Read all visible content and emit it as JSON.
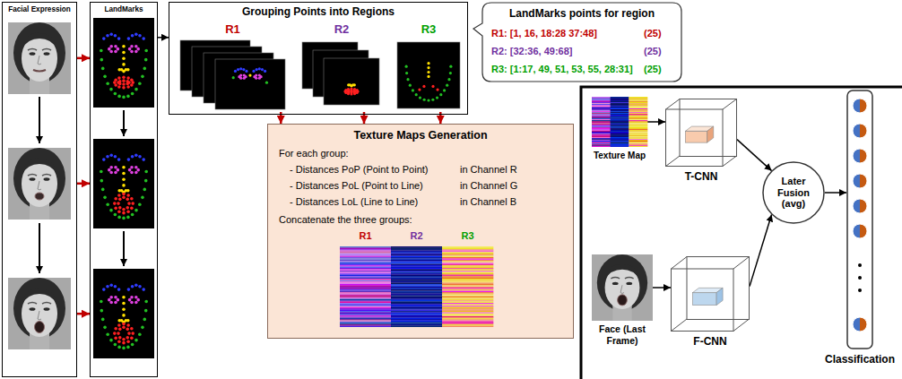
{
  "diagram": {
    "nodes": [
      {
        "text": [
          "Facial Expression"
        ]
      },
      {
        "text": [
          "LandMarks"
        ]
      },
      {
        "text": [
          "Grouping Points into Regions"
        ]
      },
      {
        "text": [
          "R1"
        ],
        "in": 2
      },
      {
        "text": [
          "R2"
        ],
        "in": 2
      },
      {
        "text": [
          "R3"
        ],
        "in": 2
      },
      {
        "text": [
          "LandMarks points for region",
          "R1: [1, 16, 18:28 37:48]",
          "(25)",
          "R2: [32:36, 49:68]",
          "(25)",
          "R3: [1:17, 49, 51, 53, 55, 28:31]",
          "(25)"
        ]
      },
      {
        "text": [
          "Texture Maps Generation",
          "For each group:",
          "- Distances PoP (Point to Point)",
          "in Channel R",
          "- Distances PoL (Point to Line)",
          "in Channel G",
          "- Distances LoL (Line to Line)",
          "in Channel B",
          "Concatenate the three groups:",
          "R1",
          "R2",
          "R3"
        ]
      },
      {
        "text": [
          "Texture Map"
        ]
      },
      {
        "text": [
          "T-CNN"
        ]
      },
      {
        "text": [
          "Later Fusion (avg)"
        ]
      },
      {
        "text": [
          "Classification"
        ]
      },
      {
        "text": [
          "Face (Last Frame)"
        ]
      },
      {
        "text": [
          "F-CNN"
        ]
      }
    ],
    "edges": [
      {
        "from": 0,
        "to": 1,
        "arrow": "to"
      },
      {
        "from": 0,
        "to": 1,
        "arrow": "to"
      },
      {
        "from": 0,
        "to": 1,
        "arrow": "to"
      },
      {
        "from": 1,
        "to": 2,
        "arrow": "to"
      },
      {
        "from": 3,
        "to": 7,
        "arrow": "to"
      },
      {
        "from": 4,
        "to": 7,
        "arrow": "to"
      },
      {
        "from": 5,
        "to": 7,
        "arrow": "to"
      },
      {
        "from": 8,
        "to": 9,
        "arrow": "to"
      },
      {
        "from": 9,
        "to": 10,
        "arrow": "to"
      },
      {
        "from": 12,
        "to": 13,
        "arrow": "to"
      },
      {
        "from": 13,
        "to": 10,
        "arrow": "to"
      },
      {
        "from": 10,
        "to": 11,
        "arrow": "to"
      }
    ]
  }
}
